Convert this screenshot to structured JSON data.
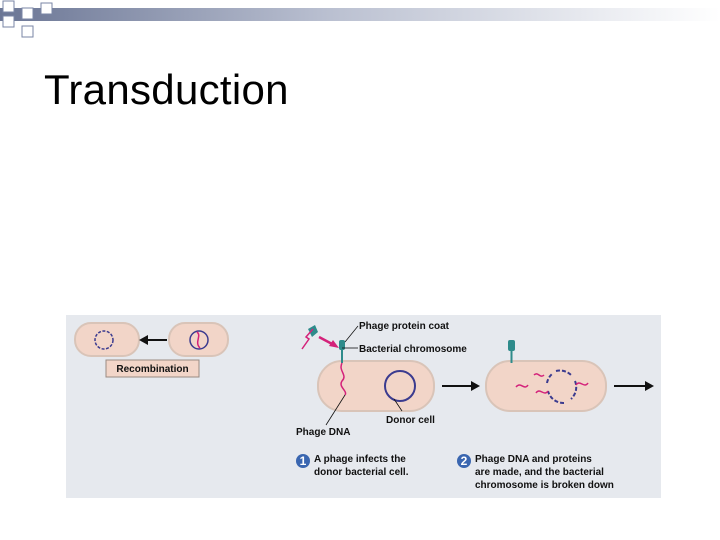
{
  "slide": {
    "title": "Transduction"
  },
  "figure": {
    "labels": {
      "recombination": "Recombination",
      "phage_protein_coat": "Phage protein coat",
      "bacterial_chromosome": "Bacterial chromosome",
      "phage_dna": "Phage DNA",
      "donor_cell": "Donor cell"
    },
    "steps": [
      {
        "number": "1",
        "lines": [
          "A phage infects the",
          "donor bacterial cell."
        ]
      },
      {
        "number": "2",
        "lines": [
          "Phage DNA and proteins",
          "are made, and the bacterial",
          "chromosome is broken down"
        ]
      }
    ]
  },
  "colors": {
    "banner_square_fill": "#ffffff",
    "banner_square_border": "#7a86a6",
    "figure_background": "#e6e9ee",
    "cell_fill": "#f2d5c8",
    "cell_border": "#d9c4b8",
    "chromosome": "#3b3b8f",
    "phage_dna": "#d4227a",
    "phage_coat": "#2e8b8b",
    "step_badge": "#3a66b0"
  }
}
